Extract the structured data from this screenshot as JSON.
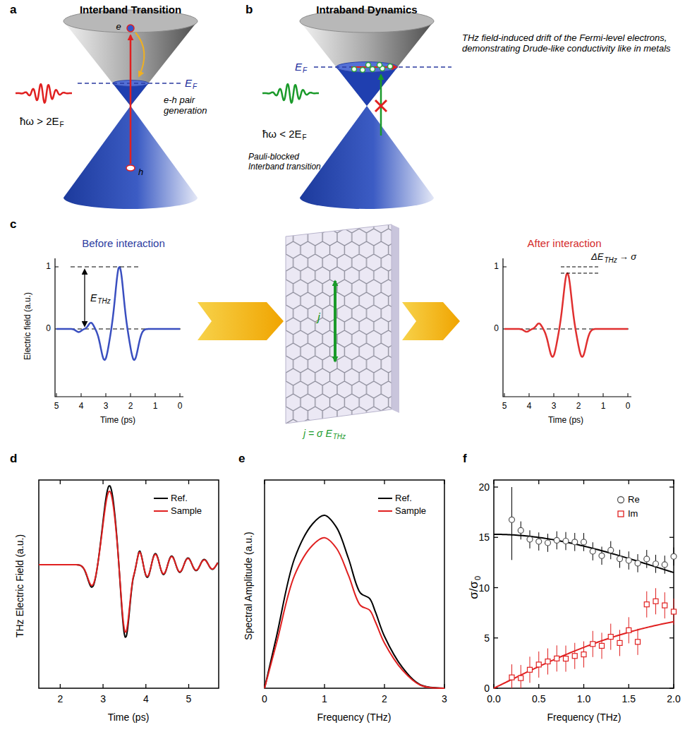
{
  "diagram": {
    "labels": [
      "a",
      "Interband Transition",
      "e",
      "E",
      "F",
      "ħω > 2E",
      "F",
      "e-h pair generation",
      "h",
      "b",
      "Intraband Dynamics",
      "E",
      "F",
      "THz field-induced drift of the Fermi-level electrons, demonstrating Drude-like conductivity like in metals",
      "ħω < 2E",
      "F",
      "Pauli-blocked Interband transition",
      "c",
      "Before interaction",
      "Electric field (a.u.)",
      "1",
      "0",
      "5",
      "4",
      "3",
      "2",
      "1",
      "0",
      "Time (ps)",
      "E",
      "THz",
      "j",
      "j = σ E",
      "THz",
      "After interaction",
      "1",
      "0",
      "5",
      "4",
      "3",
      "2",
      "1",
      "0",
      "Time (ps)",
      "ΔE",
      "THz",
      "→ σ",
      "d",
      "THz Electric Field (a.u.)",
      "2",
      "3",
      "4",
      "5",
      "Time (ps)",
      "e",
      "Spectral Amplitude (a.u.)",
      "0",
      "1",
      "2",
      "3",
      "Frequency (THz)",
      "f",
      "σ/σ",
      "0",
      "0",
      "5",
      "10",
      "15",
      "20",
      "0.0",
      "0.5",
      "1.0",
      "1.5",
      "2.0",
      "Frequency (THz)"
    ],
    "legend": [
      {
        "text": "Ref."
      },
      {
        "text": "Sample"
      },
      {
        "text": "Ref."
      },
      {
        "text": "Sample"
      },
      {
        "text": "Re"
      },
      {
        "text": "Im"
      }
    ]
  }
}
